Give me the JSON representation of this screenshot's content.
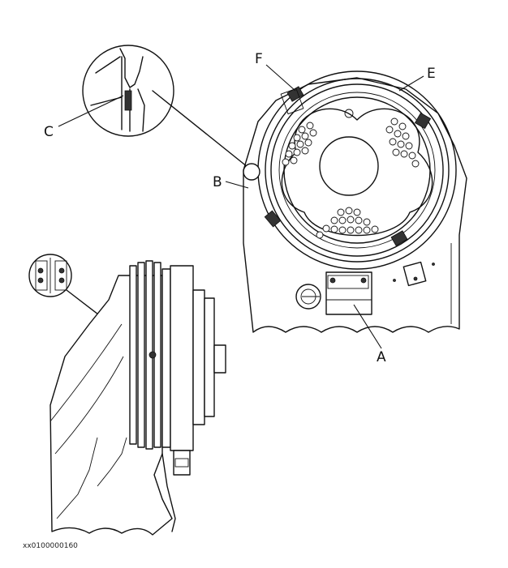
{
  "labels": {
    "a": "A",
    "b": "B",
    "c": "C",
    "e": "E",
    "f": "F"
  },
  "reference_code": "xx0100000160"
}
